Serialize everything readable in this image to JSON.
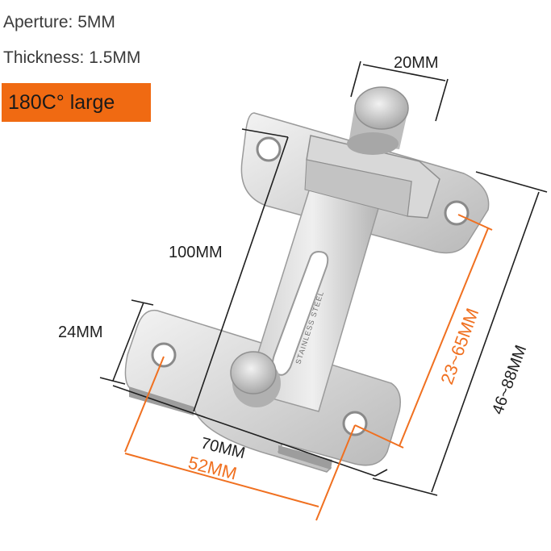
{
  "specs": {
    "aperture": "Aperture: 5MM",
    "thickness": "Thickness: 1.5MM"
  },
  "badge": {
    "label": "180C° large",
    "color": "#f06a12"
  },
  "dimensions": {
    "knob_width": "20MM",
    "length": "100MM",
    "plate_height": "24MM",
    "plate_width": "70MM",
    "hole_spacing": "52MM",
    "slide_range": "23~65MM",
    "total_range": "46~88MM"
  },
  "engraving": "STAINLESS STEEL",
  "colors": {
    "dimension_line": "#1f1f1f",
    "accent_dimension": "#f07020",
    "steel_light": "#e8e8e8",
    "steel_dark": "#a9a9a9"
  }
}
